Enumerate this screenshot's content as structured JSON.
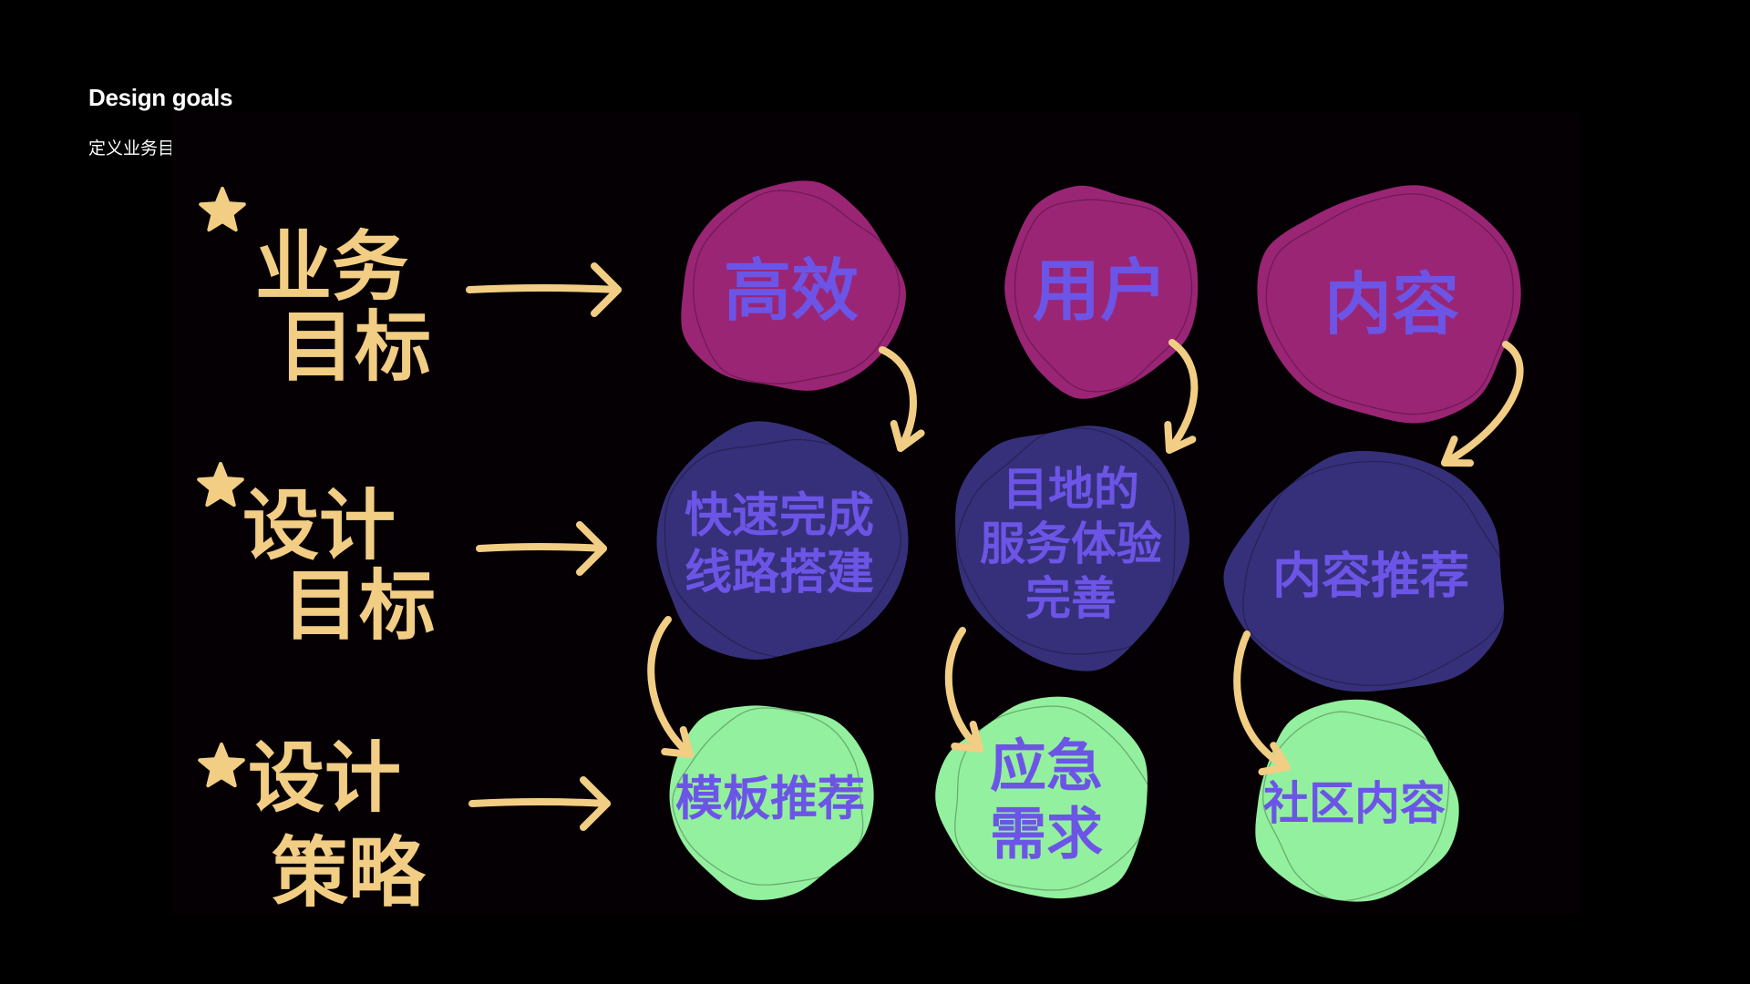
{
  "header": {
    "title": "Design goals",
    "subtitle": "定义业务目标并聚焦设计目标"
  },
  "colors": {
    "background": "#000000",
    "board": "#050003",
    "label_yellow": "#f2cd84",
    "business_fill": "#9a2575",
    "design_fill": "#36307a",
    "strategy_fill": "#93f09e",
    "node_text": "#6c55e6"
  },
  "rows": [
    {
      "lines": [
        "业务",
        "目标"
      ],
      "fill_key": "business_fill"
    },
    {
      "lines": [
        "设计",
        "目标"
      ],
      "fill_key": "design_fill"
    },
    {
      "lines": [
        "设计",
        "策略"
      ],
      "fill_key": "strategy_fill"
    }
  ],
  "columns": [
    {
      "nodes": [
        {
          "lines": [
            "高效"
          ]
        },
        {
          "lines": [
            "快速完成",
            "线路搭建"
          ]
        },
        {
          "lines": [
            "模板推荐"
          ]
        }
      ]
    },
    {
      "nodes": [
        {
          "lines": [
            "用户"
          ]
        },
        {
          "lines": [
            "目地的",
            "服务体验",
            "完善"
          ]
        },
        {
          "lines": [
            "应急",
            "需求"
          ]
        }
      ]
    },
    {
      "nodes": [
        {
          "lines": [
            "内容"
          ]
        },
        {
          "lines": [
            "内容推荐"
          ]
        },
        {
          "lines": [
            "社区内容"
          ]
        }
      ]
    }
  ]
}
